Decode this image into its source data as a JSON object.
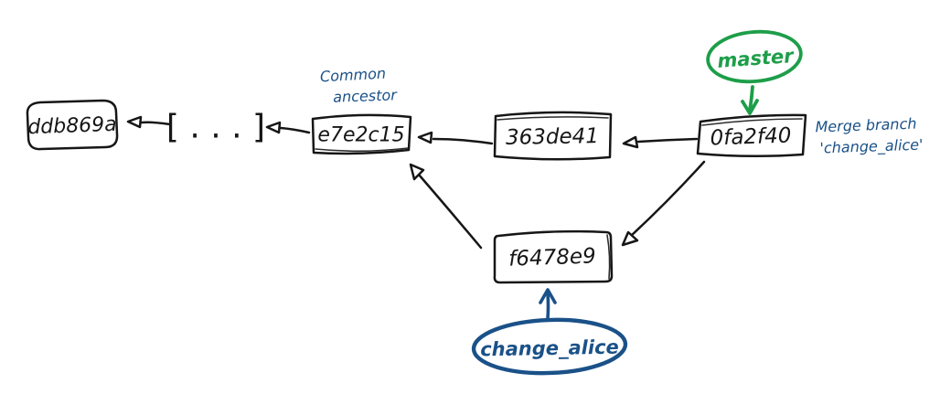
{
  "colors": {
    "ink": "#161616",
    "green": "#1d9e49",
    "blue": "#1a5188"
  },
  "commits": [
    {
      "id": "ddb869a"
    },
    {
      "id": "[ . . . ]"
    },
    {
      "id": "e7e2c15"
    },
    {
      "id": "363de41"
    },
    {
      "id": "0fa2f40"
    },
    {
      "id": "f6478e9"
    }
  ],
  "labels": {
    "common_ancestor": {
      "line1": "Common",
      "line2": "ancestor"
    },
    "master": "master",
    "merge_note": {
      "line1": "Merge branch",
      "line2": "'change_alice'"
    },
    "change_alice": "change_alice"
  }
}
